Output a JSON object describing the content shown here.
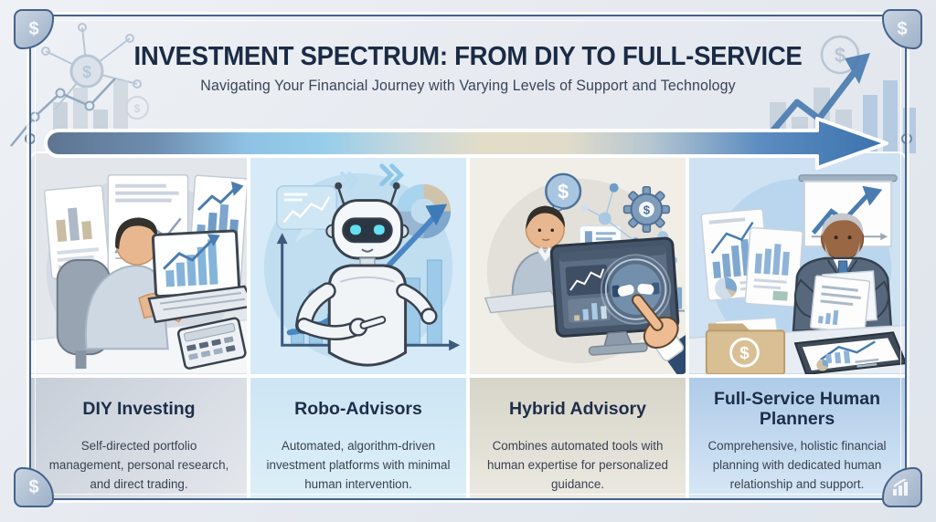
{
  "header": {
    "title": "INVESTMENT SPECTRUM: FROM DIY TO FULL-SERVICE",
    "subtitle": "Navigating Your Financial Journey with Varying Levels of Support and Technology"
  },
  "corners": {
    "top_left": "$",
    "top_right": "$",
    "bottom_left": "$",
    "bottom_right_icon": "bar-chart"
  },
  "spectrum_arrow": {
    "direction": "left-to-right",
    "gradient": [
      "#5d7490",
      "#8fc2e4",
      "#e3ddc8",
      "#3a72ae"
    ]
  },
  "palette": {
    "title_navy": "#1b2b45",
    "steel_blue": "#4a7cb0",
    "light_blue": "#8fc6e8",
    "cream": "#e3ddc8",
    "slate": "#5d7490"
  },
  "columns": [
    {
      "title": "DIY Investing",
      "description": "Self-directed portfolio management, personal research, and direct trading.",
      "illustration": "person-analyzing-charts-on-laptop-with-calculator"
    },
    {
      "title": "Robo-Advisors",
      "description": "Automated, algorithm-driven investment platforms with minimal human intervention.",
      "illustration": "robot-pointing-at-rising-bar-chart-with-donut-chart"
    },
    {
      "title": "Hybrid Advisory",
      "description": "Combines automated tools with human expertise for personalized guidance.",
      "illustration": "advisor-with-dashboard-monitor-handshake-and-pointing-hand"
    },
    {
      "title": "Full-Service Human Planners",
      "description": "Comprehensive, holistic financial planning with dedicated human relationship and support.",
      "illustration": "senior-planner-reviewing-documents-with-dollar-folder-and-tablet"
    }
  ]
}
